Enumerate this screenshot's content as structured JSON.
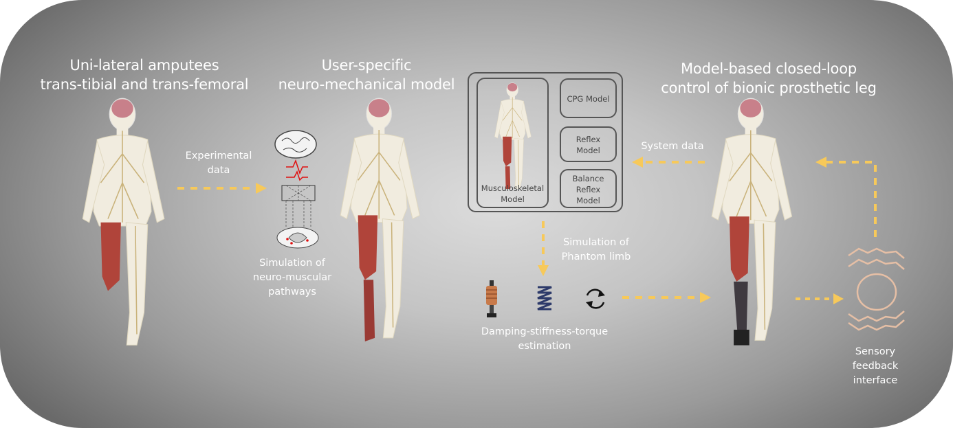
{
  "titles": {
    "amputees": [
      "Uni-lateral amputees",
      "trans-tibial and trans-femoral"
    ],
    "model": [
      "User-specific",
      "neuro-mechanical model"
    ],
    "control": [
      "Model-based closed-loop",
      "control of bionic prosthetic leg"
    ]
  },
  "labels": {
    "experimental_data": [
      "Experimental",
      "data"
    ],
    "neuro_sim": [
      "Simulation of",
      "neuro-muscular",
      "pathways"
    ],
    "phantom": [
      "Simulation of",
      "Phantom limb"
    ],
    "estimation": [
      "Damping-stiffness-torque",
      "estimation"
    ],
    "system_data": "System data",
    "sensory": [
      "Sensory",
      "feedback",
      "interface"
    ]
  },
  "model_box": {
    "musculoskeletal": [
      "Musculoskeletal",
      "Model"
    ],
    "cpg": "CPG Model",
    "reflex": [
      "Reflex",
      "Model"
    ],
    "balance": [
      "Balance",
      "Reflex",
      "Model"
    ]
  },
  "icons": [
    "human-figure-icon",
    "brain-icon",
    "spinal-cord-icon",
    "damper-icon",
    "spring-icon",
    "rotation-icon",
    "sensory-wave-icon"
  ],
  "colors": {
    "arrow": "#f7c95a",
    "sensory": "#e6bfa5",
    "muscle": "#b0443a",
    "skin": "#f1ecdf",
    "brain": "#c8808a"
  }
}
